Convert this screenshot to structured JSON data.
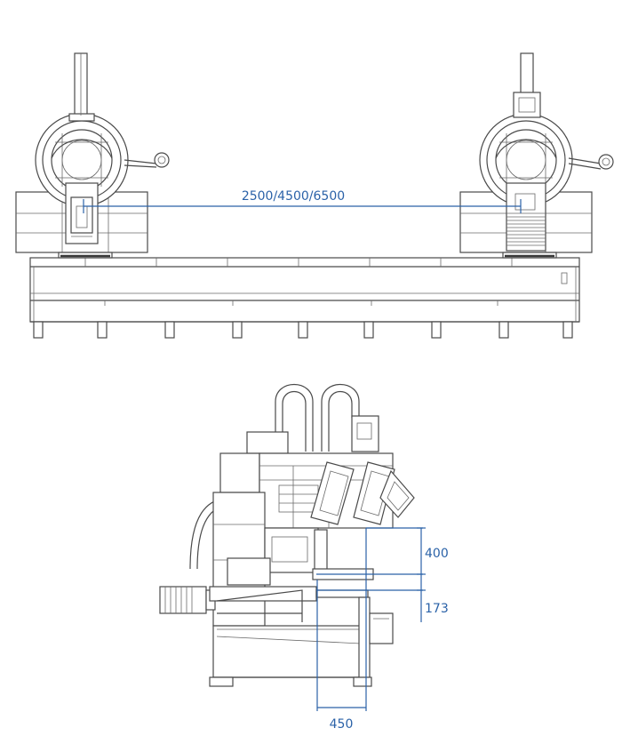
{
  "dimensions": {
    "lengths": "2500/4500/6500",
    "height_upper": "400",
    "height_lower": "173",
    "width": "450"
  },
  "colors": {
    "line": "#4a4a4a",
    "dimension": "#2b62a8"
  }
}
